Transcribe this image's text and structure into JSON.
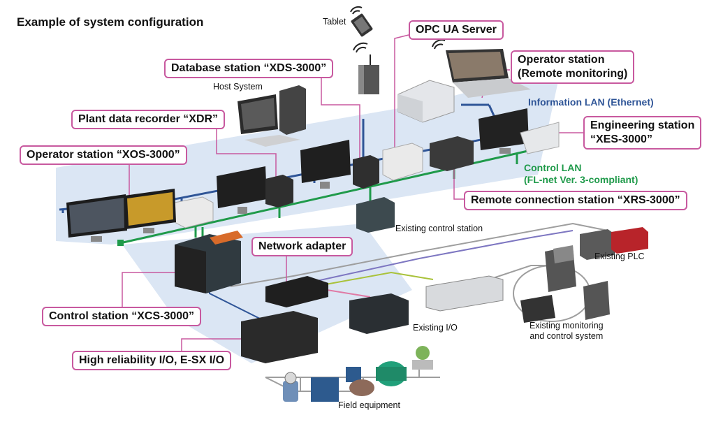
{
  "title": "Example of system configuration",
  "colors": {
    "information_lan": "#2f5597",
    "control_lan": "#1f9a4a",
    "callout_border": "#c8599f",
    "platform": "#dbe6f4",
    "io_line_green": "#a9c23a",
    "io_line_purple": "#7d76c1",
    "io_line_pink": "#e07aa5",
    "field_line": "#9e9e9e"
  },
  "lans": {
    "information": {
      "line1": "Information LAN (Ethernet)"
    },
    "control": {
      "line1": "Control LAN",
      "line2": "(FL-net Ver. 3-compliant)"
    }
  },
  "callouts": {
    "opc_ua": "OPC UA Server",
    "op_remote_1": "Operator station",
    "op_remote_2": "(Remote monitoring)",
    "database": "Database station “XDS-3000”",
    "xdr": "Plant data recorder “XDR”",
    "engineering_1": "Engineering station",
    "engineering_2": "“XES-3000”",
    "xos": "Operator station “XOS-3000”",
    "xrs": "Remote connection station “XRS-3000”",
    "net_adapter": "Network adapter",
    "xcs": "Control station “XCS-3000”",
    "hio": "High reliability I/O, E-SX I/O"
  },
  "labels": {
    "tablet": "Tablet",
    "host": "Host System",
    "existing_cs": "Existing control station",
    "existing_plc": "Existing PLC",
    "existing_io": "Existing I/O",
    "existing_mon_1": "Existing monitoring",
    "existing_mon_2": "and control system",
    "field": "Field equipment"
  },
  "icons": [
    "tablet-icon",
    "wifi-icon",
    "router-icon",
    "laptop-icon",
    "printer-icon",
    "host-pc-icon",
    "monitor-icon",
    "server-icon",
    "plc-icon",
    "control-station-icon",
    "io-module-icon",
    "motor-icon",
    "valve-icon",
    "flowmeter-icon",
    "operator-desk-icon"
  ]
}
